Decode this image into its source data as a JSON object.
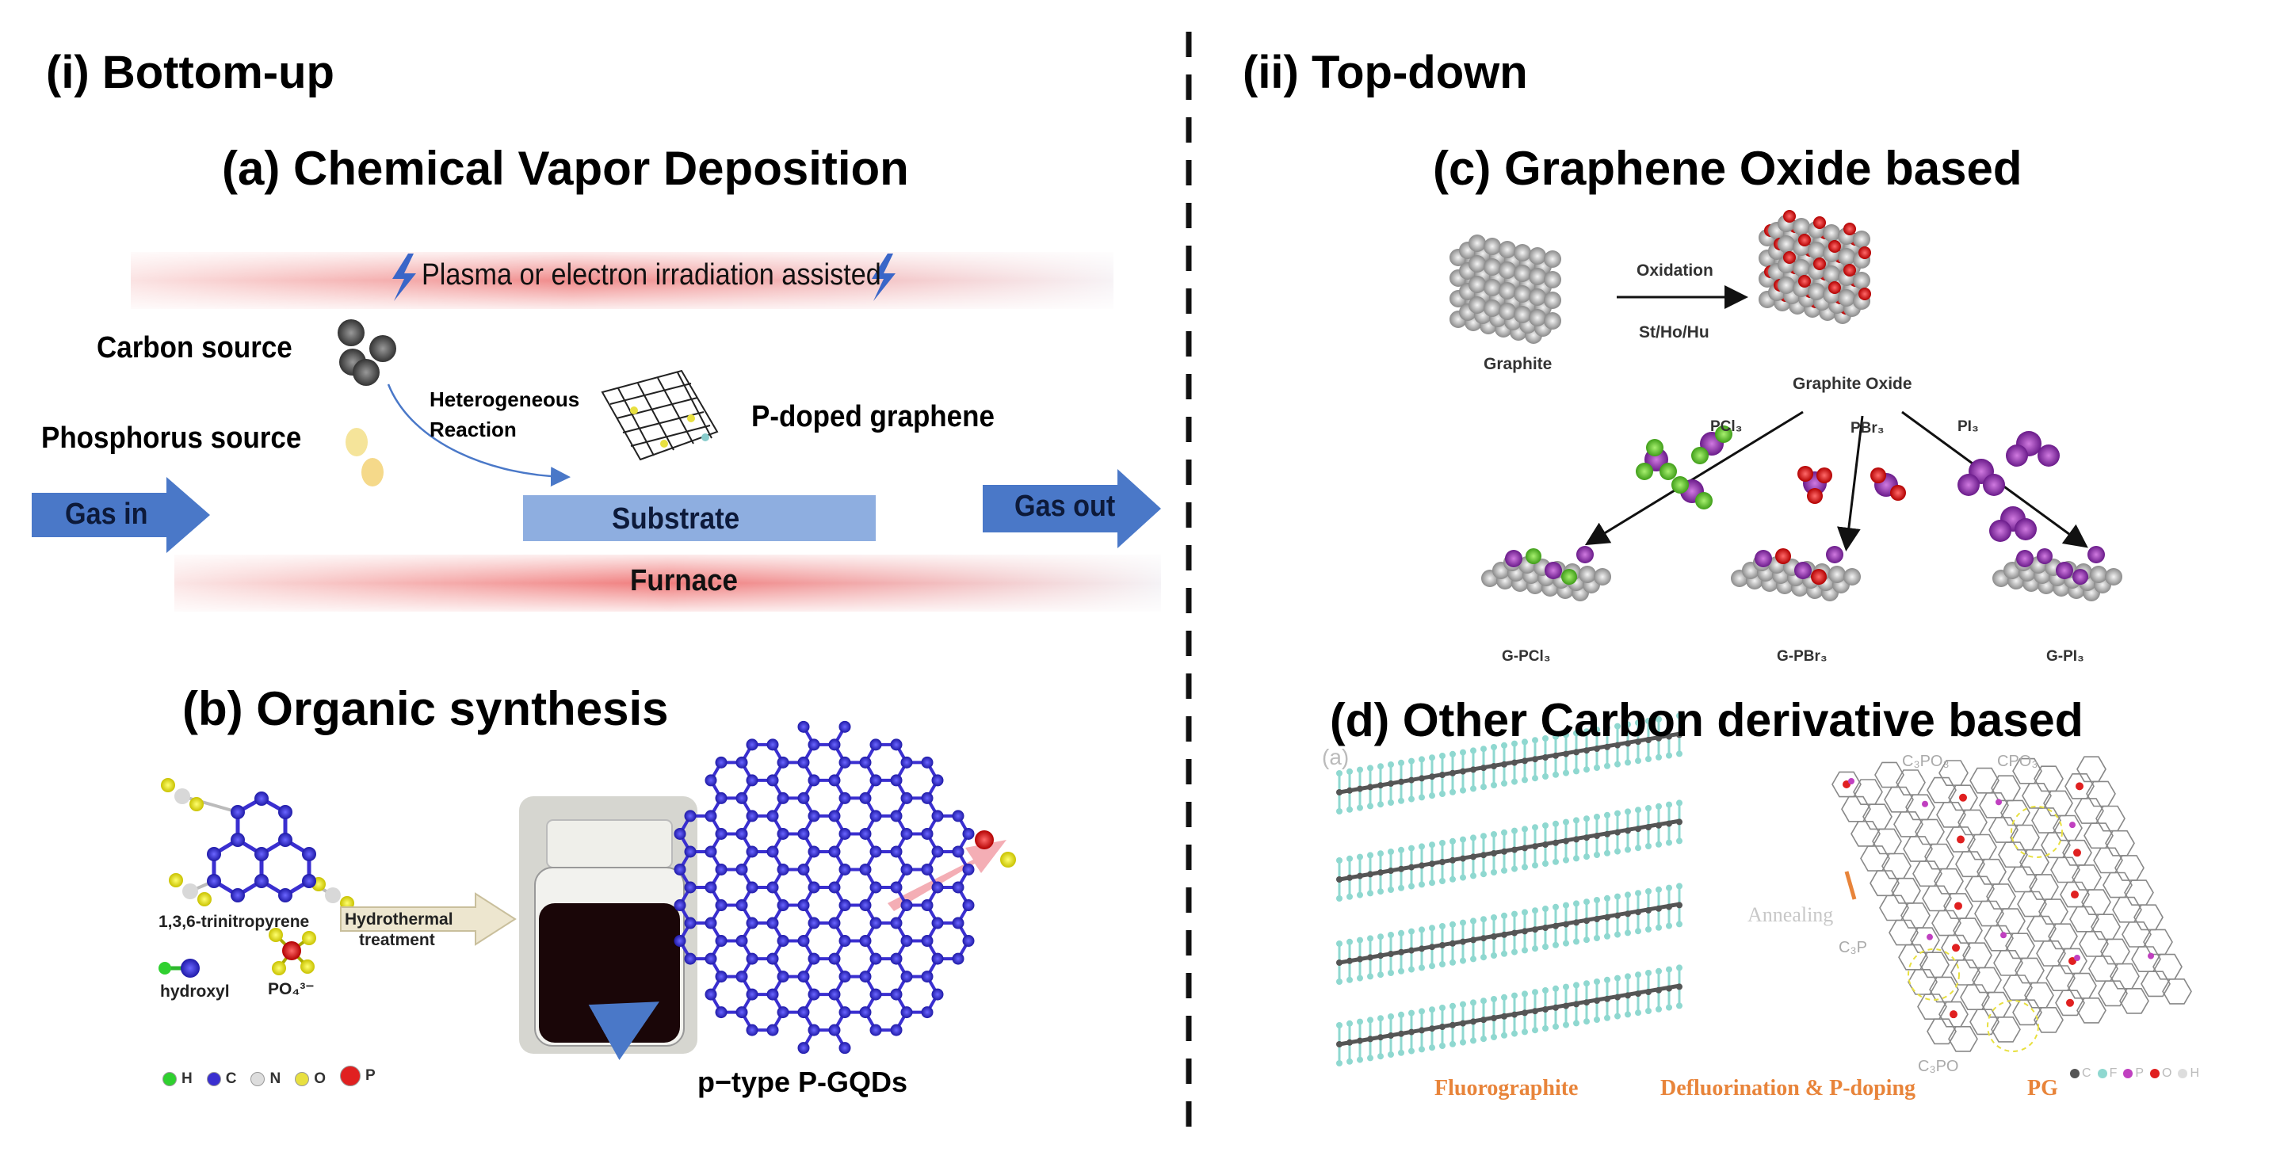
{
  "left": {
    "heading": "(i) Bottom-up",
    "a": {
      "title": "(a) Chemical Vapor Deposition",
      "plasma": "Plasma or electron irradiation assisted",
      "carbon_source": "Carbon source",
      "phosphorus_source": "Phosphorus source",
      "reaction": [
        "Heterogeneous",
        "Reaction"
      ],
      "product": "P-doped graphene",
      "gas_in": "Gas in",
      "gas_out": "Gas out",
      "substrate": "Substrate",
      "furnace": "Furnace"
    },
    "b": {
      "title": "(b) Organic synthesis",
      "precursor": "1,3,6-trinitropyrene",
      "hydroxyl": "hydroxyl",
      "phosphate": "PO₄³⁻",
      "process": [
        "Hydrothermal",
        "treatment"
      ],
      "product": "p−type P-GQDs",
      "legend": [
        "H",
        "C",
        "N",
        "O",
        "P"
      ]
    }
  },
  "right": {
    "heading": "(ii) Top-down",
    "c": {
      "title": "(c) Graphene Oxide based",
      "graphite": "Graphite",
      "oxidation": "Oxidation",
      "method": "St/Ho/Hu",
      "graphite_oxide": "Graphite Oxide",
      "reagents": [
        "PCl₃",
        "PBr₃",
        "PI₃"
      ],
      "products": [
        "G-PCl₃",
        "G-PBr₃",
        "G-PI₃"
      ]
    },
    "d": {
      "title": "(d) Other Carbon derivative based",
      "panel_tag": "(a)",
      "annealing": "Annealing",
      "fluorographite": "Fluorographite",
      "process": "Defluorination & P-doping",
      "pg": "PG",
      "labels": [
        "C₃PO₃",
        "CPO₃",
        "C₃P",
        "C₃PO"
      ],
      "legend": [
        "C",
        "F",
        "P",
        "O",
        "H"
      ]
    }
  },
  "colors": {
    "arrow_blue": "#4a78c8",
    "substrate": "#8eaee0",
    "gradient_red": "#f08080",
    "carbon_blue": "#3a2fd0",
    "fluorine": "#8fd8d0",
    "doping_orange": "#e8843a"
  }
}
